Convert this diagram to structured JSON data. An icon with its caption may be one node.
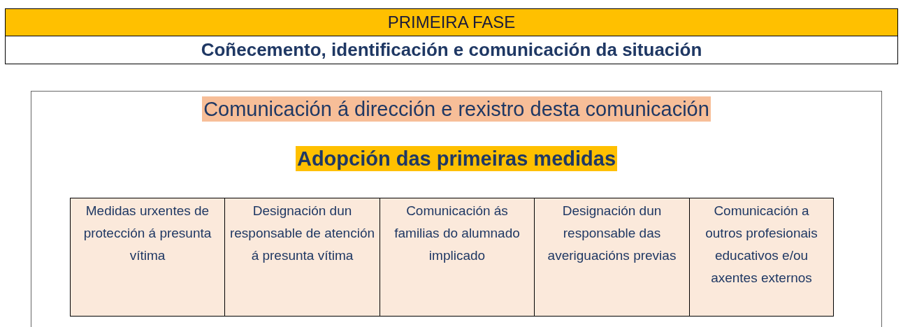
{
  "diagram": {
    "nodes": [
      {
        "text": [
          "PRIMEIRA FASE"
        ]
      },
      {
        "text": [
          "Coñecemento, identificación e comunicación da situación"
        ]
      },
      {
        "text": [
          "Comunicación á dirección e rexistro desta comunicación",
          "Adopción das primeiras medidas"
        ]
      },
      {
        "text": [
          "Medidas urxentes de protección á presunta vítima"
        ],
        "in": 2
      },
      {
        "text": [
          "Designación dun responsable de atención á presunta vítima"
        ],
        "in": 2
      },
      {
        "text": [
          "Comunicación ás familias do alumnado implicado"
        ],
        "in": 2
      },
      {
        "text": [
          "Designación dun responsable das averiguacións previas"
        ],
        "in": 2
      },
      {
        "text": [
          "Comunicación a outros profesionais educativos e/ou axentes externos"
        ],
        "in": 2
      }
    ]
  }
}
